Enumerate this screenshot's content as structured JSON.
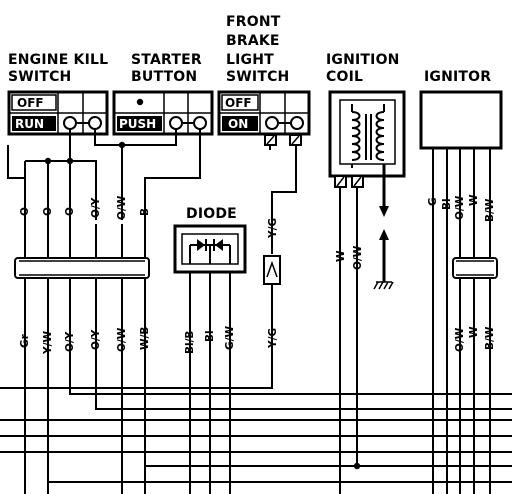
{
  "headings": {
    "engine_kill": [
      "ENGINE KILL",
      "SWITCH"
    ],
    "starter": [
      "STARTER",
      "BUTTON"
    ],
    "front_brake": [
      "FRONT",
      "BRAKE",
      "LIGHT",
      "SWITCH"
    ],
    "ignition_coil": [
      "IGNITION",
      "COIL"
    ],
    "ignitor": "IGNITOR",
    "diode": "DIODE"
  },
  "switch_labels": {
    "engine_kill": [
      "OFF",
      "RUN"
    ],
    "starter": "PUSH",
    "front_brake": [
      "OFF",
      "ON"
    ]
  },
  "wire_labels": {
    "upper_left": [
      "O",
      "O",
      "O",
      "O/Y",
      "O/W",
      "B"
    ],
    "lower_left": [
      "Gr",
      "Y/W",
      "O/Y",
      "O/Y",
      "O/W",
      "W/B"
    ],
    "diode_lower": [
      "Bl/B",
      "Bl",
      "G/W"
    ],
    "brake_switch": [
      "Y/G",
      "Y/G"
    ],
    "ignition_coil": [
      "W",
      "O/W"
    ],
    "ignitor_upper": [
      "G",
      "Bl",
      "O/W",
      "W",
      "B/W"
    ],
    "ignitor_lower": [
      "O/W",
      "W",
      "B/W"
    ]
  }
}
